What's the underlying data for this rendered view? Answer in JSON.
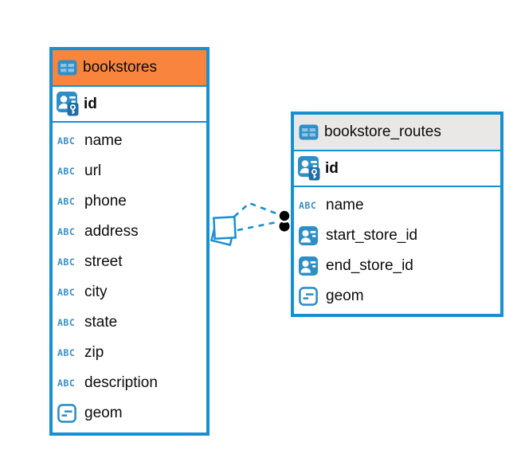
{
  "colors": {
    "accent_blue": "#1590D2",
    "icon_blue": "#2E8FC6",
    "icon_blue_light": "#8FC1E3",
    "key_badge_blue": "#1D6FA8",
    "abc_blue": "#3A8FC8",
    "orange_header": "#F8843E",
    "gray_header": "#E9E8E6",
    "text": "#0b0b0d",
    "marker_black": "#000000"
  },
  "tables": [
    {
      "name": "bookstores",
      "header_bg": "#F8843E",
      "primary_key": "id",
      "columns": [
        {
          "name": "name",
          "type": "text"
        },
        {
          "name": "url",
          "type": "text"
        },
        {
          "name": "phone",
          "type": "text"
        },
        {
          "name": "address",
          "type": "text"
        },
        {
          "name": "street",
          "type": "text"
        },
        {
          "name": "city",
          "type": "text"
        },
        {
          "name": "state",
          "type": "text"
        },
        {
          "name": "zip",
          "type": "text"
        },
        {
          "name": "description",
          "type": "text"
        },
        {
          "name": "geom",
          "type": "geometry"
        }
      ]
    },
    {
      "name": "bookstore_routes",
      "header_bg": "#E9E8E6",
      "primary_key": "id",
      "columns": [
        {
          "name": "name",
          "type": "text"
        },
        {
          "name": "start_store_id",
          "type": "reference"
        },
        {
          "name": "end_store_id",
          "type": "reference"
        },
        {
          "name": "geom",
          "type": "geometry"
        }
      ]
    }
  ],
  "relationships": [
    {
      "from_table": "bookstores",
      "from_column": "id",
      "to_table": "bookstore_routes",
      "to_column": "start_store_id",
      "line_style": "dashed"
    },
    {
      "from_table": "bookstores",
      "from_column": "id",
      "to_table": "bookstore_routes",
      "to_column": "end_store_id",
      "line_style": "dashed"
    }
  ]
}
